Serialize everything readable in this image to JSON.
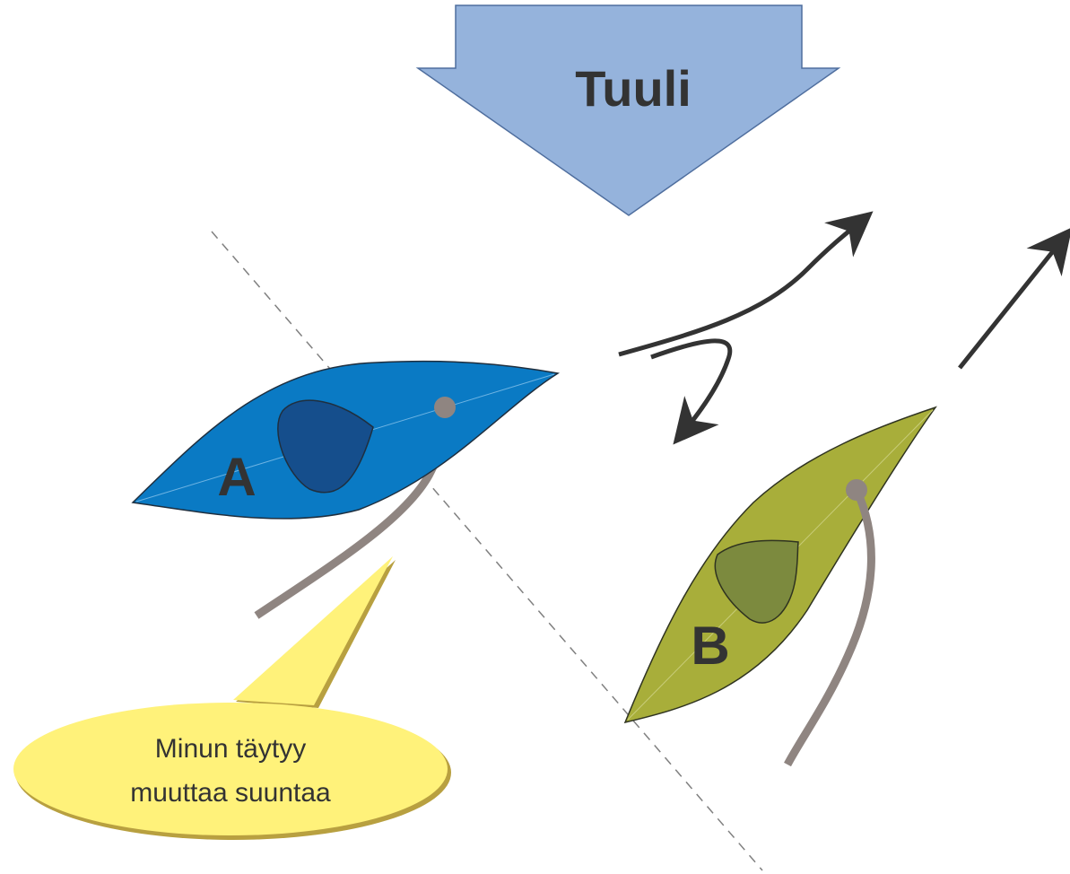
{
  "wind": {
    "label": "Tuuli"
  },
  "boats": {
    "a": {
      "label": "A"
    },
    "b": {
      "label": "B"
    }
  },
  "speech_bubble": {
    "line1": "Minun täytyy",
    "line2": "muuttaa suuntaa"
  },
  "colors": {
    "wind_arrow": "#95B3DC",
    "boat_a": "#0A7AC4",
    "boat_a_sail": "#154E8C",
    "boat_b": "#A8AE3A",
    "boat_b_sail": "#7C8A3E",
    "wake": "#8F8581",
    "course_arrows": "#333333",
    "bubble": "#FFF27A",
    "label_text": "#333333"
  }
}
